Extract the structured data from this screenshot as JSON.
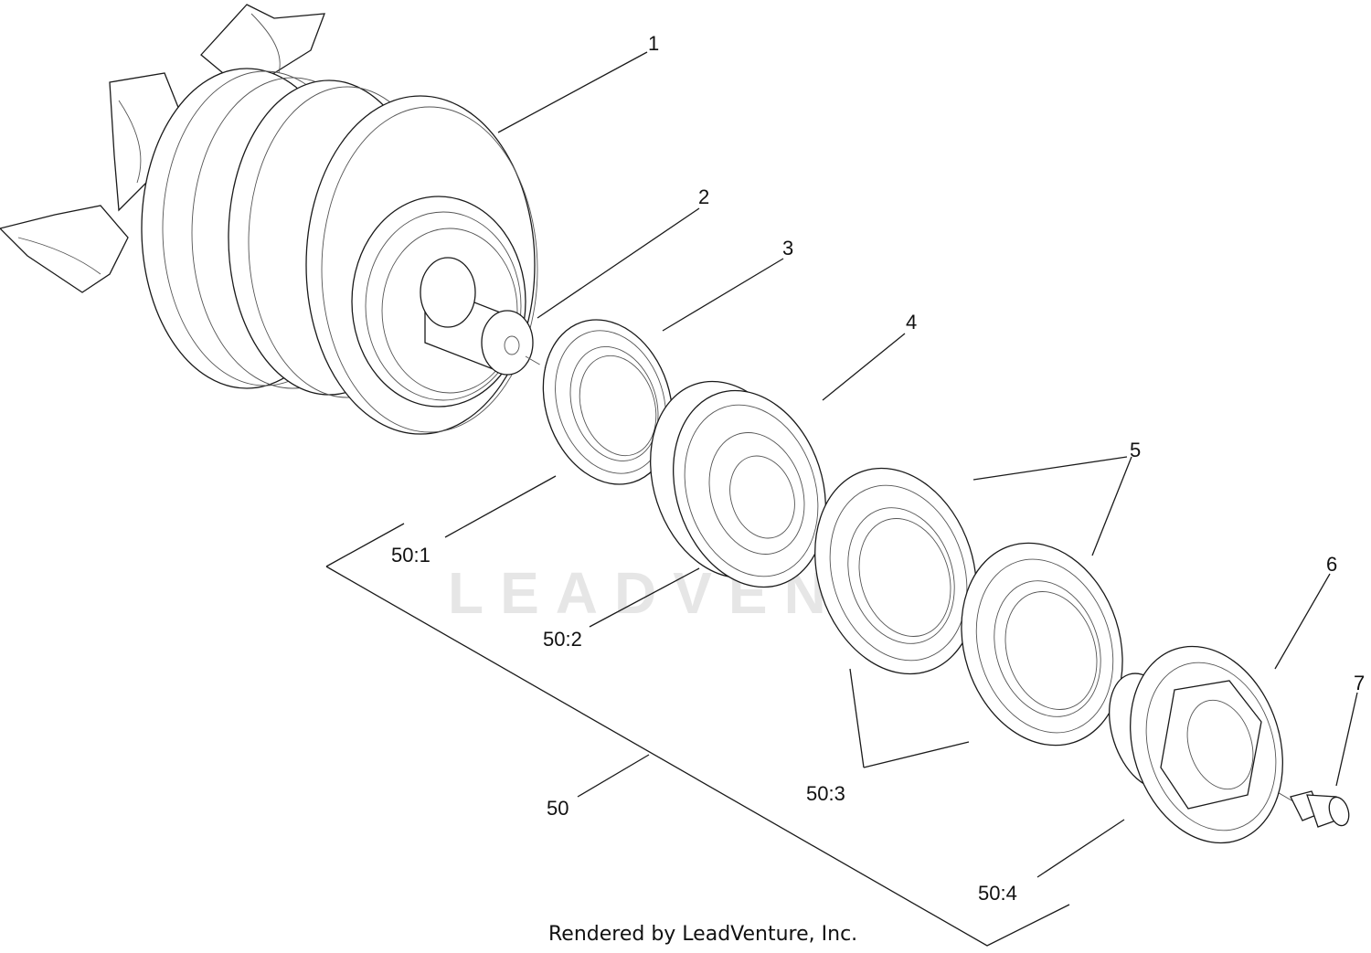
{
  "watermark": "LEADVENTURE",
  "credit": "Rendered by LeadVenture, Inc.",
  "callouts": {
    "c1": "1",
    "c2": "2",
    "c3": "3",
    "c4": "4",
    "c5": "5",
    "c6": "6",
    "c7": "7",
    "c50": "50",
    "c50_1": "50:1",
    "c50_2": "50:2",
    "c50_3": "50:3",
    "c50_4": "50:4"
  }
}
